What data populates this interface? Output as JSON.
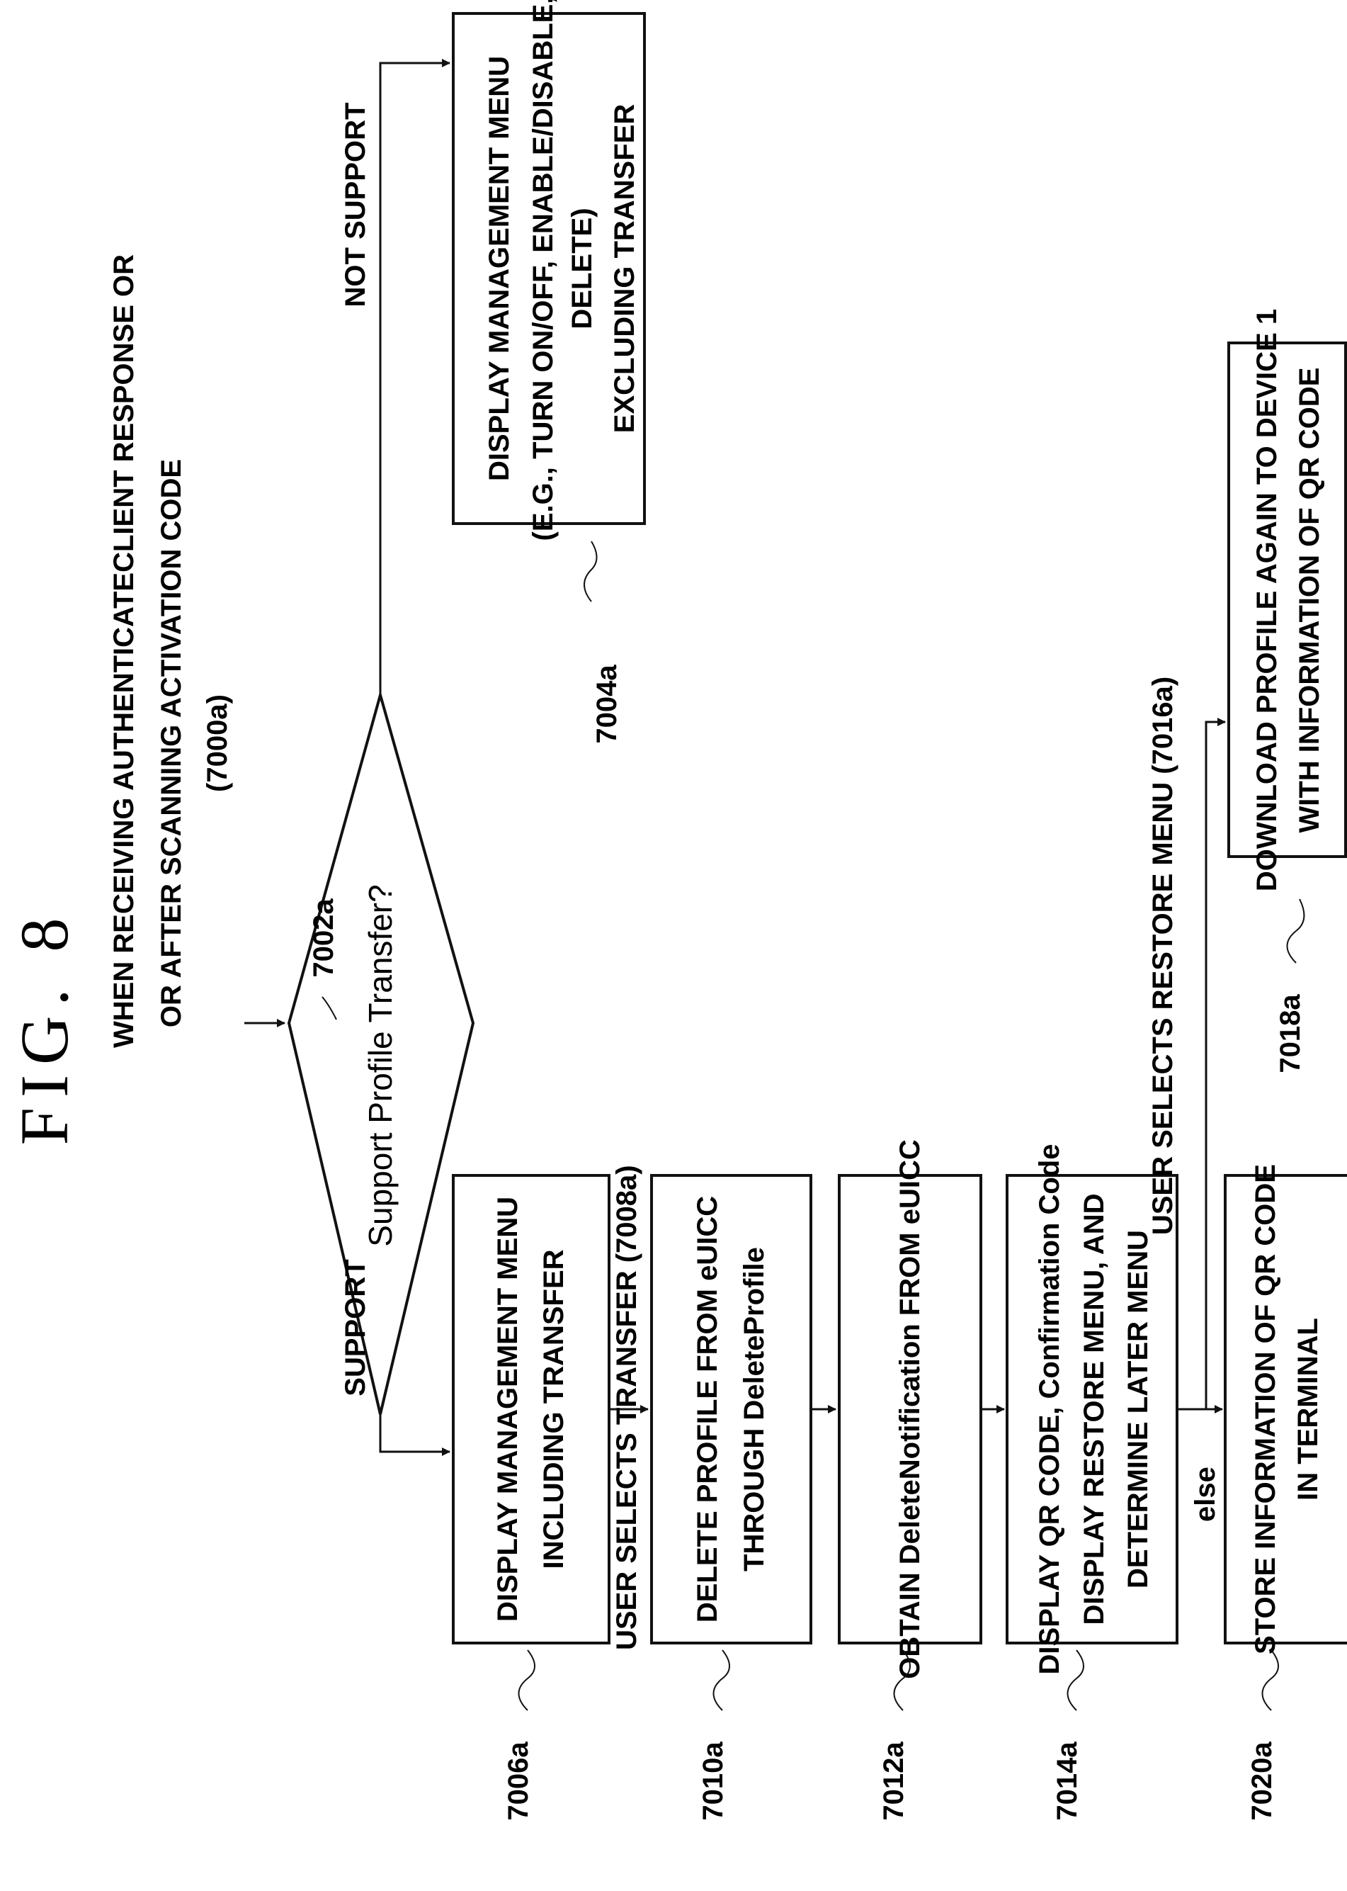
{
  "figure_title": "FIG. 8",
  "start_text": {
    "lines": [
      "WHEN RECEIVING AUTHENTICATECLIENT RESPONSE OR",
      "OR AFTER SCANNING ACTIVATION CODE",
      "(7000a)"
    ]
  },
  "decision": {
    "ref": "7002a",
    "text": "Support Profile Transfer?"
  },
  "branch_labels": {
    "not_support": "NOT SUPPORT",
    "support": "SUPPORT",
    "user_selects_transfer": "USER SELECTS TRANSFER (7008a)",
    "else": "else",
    "user_selects_restore": "USER SELECTS RESTORE MENU (7016a)"
  },
  "boxes": {
    "b7004": {
      "ref": "7004a",
      "lines": [
        "DISPLAY MANAGEMENT MENU",
        "(E.G., TURN ON/OFF, ENABLE/DISABLE,",
        "DELETE)",
        "EXCLUDING TRANSFER"
      ]
    },
    "b7006": {
      "ref": "7006a",
      "lines": [
        "DISPLAY MANAGEMENT MENU",
        "INCLUDING TRANSFER"
      ]
    },
    "b7010": {
      "ref": "7010a",
      "lines": [
        "DELETE PROFILE FROM eUICC",
        "THROUGH DeleteProfile"
      ]
    },
    "b7012": {
      "ref": "7012a",
      "lines": [
        "OBTAIN DeleteNotification FROM eUICC"
      ]
    },
    "b7014": {
      "ref": "7014a",
      "lines": [
        "DISPLAY QR CODE, Confirmation Code",
        "DISPLAY RESTORE MENU, AND",
        "DETERMINE LATER MENU"
      ]
    },
    "b7018": {
      "ref": "7018a",
      "lines": [
        "DOWNLOAD PROFILE AGAIN TO DEVICE 1",
        "WITH INFORMATION OF QR CODE"
      ]
    },
    "b7020": {
      "ref": "7020a",
      "lines": [
        "STORE INFORMATION OF QR CODE",
        "IN TERMINAL"
      ]
    }
  }
}
